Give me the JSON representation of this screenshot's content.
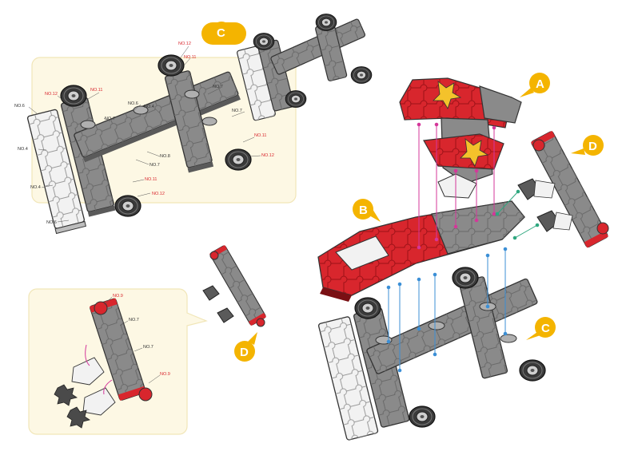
{
  "colors": {
    "brick_red": "#d8262d",
    "brick_red_dark": "#a8161c",
    "brick_gray": "#8a8a8a",
    "brick_gray_dark": "#5a5a5a",
    "brick_white": "#f2f2f2",
    "panel_fill": "#fdf8e4",
    "panel_stroke": "#f1e6b8",
    "callout_yellow": "#f4b400",
    "connector_pink": "#d4379a",
    "connector_blue": "#3b8fd6",
    "connector_green": "#2ea77f"
  },
  "callouts": {
    "a": "A",
    "b": "B",
    "c_top": "C",
    "c_main": "C",
    "d_main": "D",
    "d_inset": "D"
  },
  "part_labels": {
    "top_a": "NO.12",
    "top_b": "NO.11",
    "l_no6_top": "NO.6",
    "l_no12_a": "NO.12",
    "l_no11_a": "NO.11",
    "l_no6_mid": "NO.6",
    "l_no4_top": "NO.4",
    "l_no7_a": "NO.7",
    "l_no7_b": "NO.7",
    "l_no7_c": "NO.7",
    "l_no4_left": "NO.4",
    "l_no4_low": "NO.4",
    "l_no8": "NO.8",
    "l_no7_d": "NO.7",
    "l_no11_b": "NO.11",
    "l_no12_b": "NO.12",
    "l_no11_c": "NO.11",
    "l_no12_c": "NO.12",
    "l_no6_bot": "NO.6",
    "i_no9_top": "NO.9",
    "i_no7_a": "NO.7",
    "i_no7_b": "NO.7",
    "i_no9_bot": "NO.9"
  },
  "icons": {
    "wheel": "wheel-icon",
    "hub": "hub-icon"
  }
}
